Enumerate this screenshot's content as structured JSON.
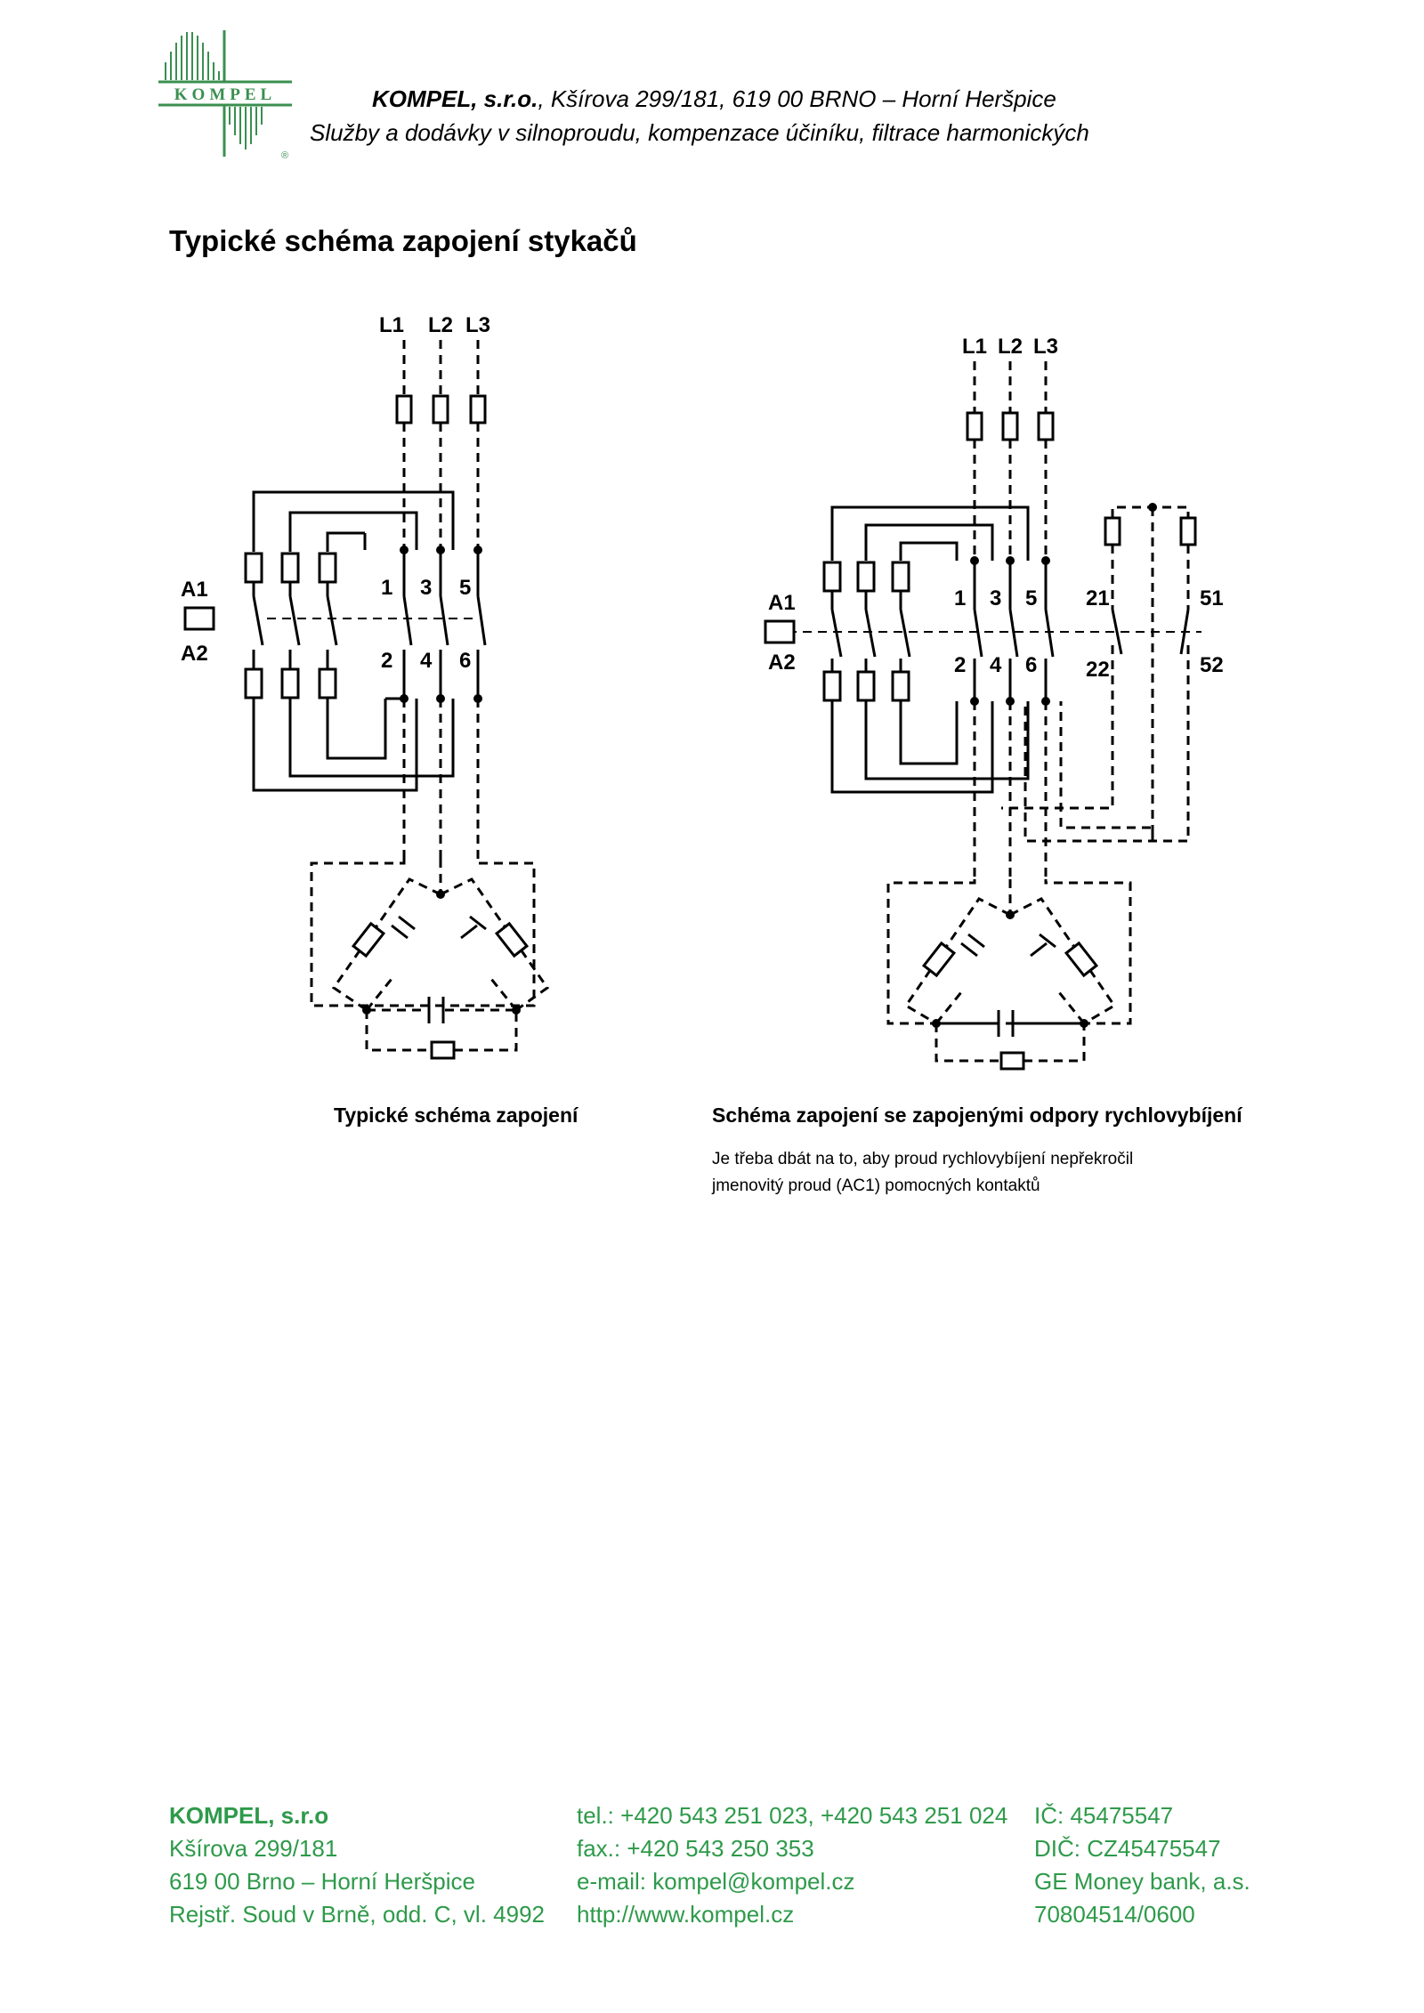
{
  "header": {
    "company": "KOMPEL, s.r.o.",
    "address": ", Kšírova 299/181, 619 00 BRNO – Horní Heršpice",
    "services": "Služby a dodávky v silnoproudu, kompenzace účiníku, filtrace harmonických",
    "logo_text": "KOMPEL",
    "logo_mark": "®"
  },
  "title": "Typické schéma zapojení stykačů",
  "diagram": {
    "left": {
      "phases": [
        "L1",
        "L2",
        "L3"
      ],
      "coil_top": "A1",
      "coil_bottom": "A2",
      "terminals_top": [
        "1",
        "3",
        "5"
      ],
      "terminals_bottom": [
        "2",
        "4",
        "6"
      ]
    },
    "right": {
      "phases": [
        "L1",
        "L2",
        "L3"
      ],
      "coil_top": "A1",
      "coil_bottom": "A2",
      "terminals_top": [
        "1",
        "3",
        "5"
      ],
      "terminals_bottom": [
        "2",
        "4",
        "6"
      ],
      "aux_top": [
        "21",
        "51"
      ],
      "aux_bottom": [
        "22",
        "52"
      ]
    }
  },
  "captions": {
    "left": "Typické schéma zapojení",
    "right": "Schéma zapojení se zapojenými odpory rychlovybíjení",
    "note_line1": "Je třeba dbát na to, aby proud rychlovybíjení nepřekročil",
    "note_line2": "jmenovitý proud (AC1) pomocných kontaktů"
  },
  "footer": {
    "col1": [
      "KOMPEL, s.r.o",
      "Kšírova 299/181",
      "619 00 Brno – Horní Heršpice",
      "Rejstř. Soud v Brně, odd. C, vl. 4992"
    ],
    "col2": [
      "tel.: +420 543 251 023, +420 543 251 024",
      "fax.: +420 543 250 353",
      "e-mail: kompel@kompel.cz",
      "http://www.kompel.cz"
    ],
    "col3": [
      "IČ: 45475547",
      "DIČ: CZ45475547",
      "GE Money bank, a.s.",
      "70804514/0600"
    ]
  },
  "colors": {
    "brand_green": "#2e9a4a",
    "logo_green": "#3a8f4f",
    "text": "#000000"
  }
}
